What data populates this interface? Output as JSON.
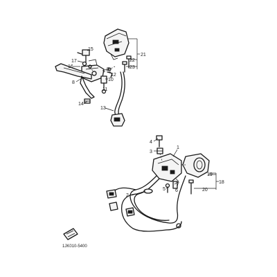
{
  "diagram": {
    "reference_code": "1JK010-5400",
    "callouts": {
      "c1": "1",
      "c2": "2",
      "c3": "3",
      "c4": "4",
      "c5": "5",
      "c6": "6",
      "c7": "7",
      "c8": "8",
      "c9": "9",
      "c10": "10",
      "c11": "11",
      "c12": "12",
      "c13": "13",
      "c14": "14",
      "c15": "15",
      "c16": "16",
      "c17": "17",
      "c18": "18",
      "c19": "19",
      "c20": "20",
      "c21": "21",
      "c22": "22",
      "c23": "23"
    }
  }
}
